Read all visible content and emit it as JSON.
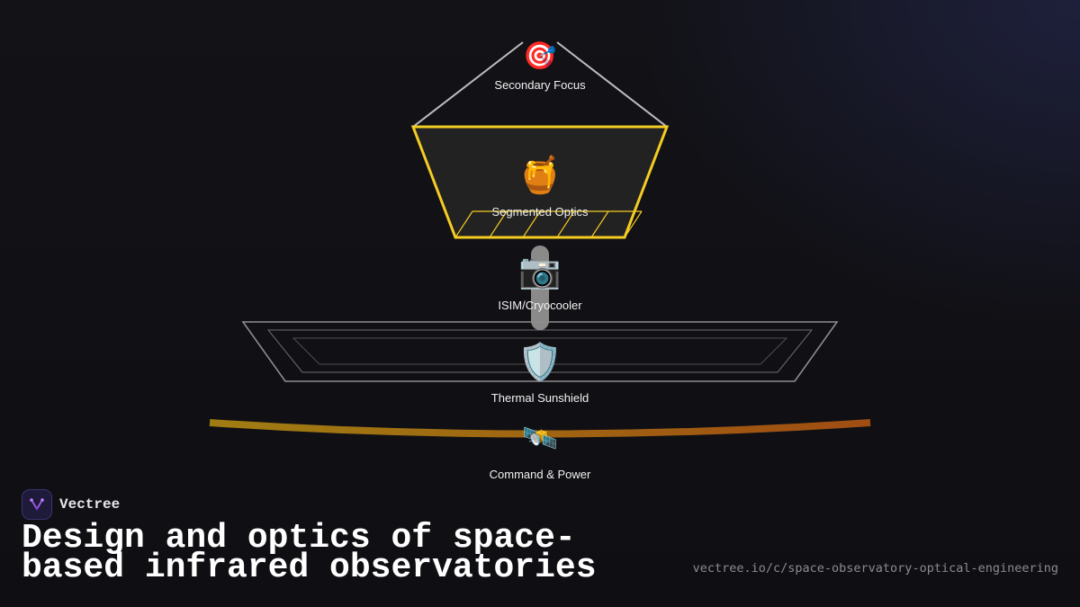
{
  "diagram": {
    "nodes": [
      {
        "id": "secondary",
        "label": "Secondary Focus",
        "icon": "🎯",
        "icon_name": "target-icon"
      },
      {
        "id": "optics",
        "label": "Segmented Optics",
        "icon": "🍯",
        "icon_name": "honey-pot-icon"
      },
      {
        "id": "isim",
        "label": "ISIM/Cryocooler",
        "icon": "📷",
        "icon_name": "camera-icon"
      },
      {
        "id": "sunshield",
        "label": "Thermal Sunshield",
        "icon": "🛡️",
        "icon_name": "shield-icon"
      },
      {
        "id": "bus",
        "label": "Command & Power",
        "icon": "🛰️",
        "icon_name": "satellite-icon"
      }
    ],
    "colors": {
      "mirror_outline": "#f5cc22",
      "mirror_fill": "#222222",
      "secondary_struts": "#bfbfbf",
      "sunshield_outline": "#8e8e8e",
      "isim_column": "#8a8a8a",
      "bus_band_start": "#a07d12",
      "bus_band_end": "#a04d12"
    }
  },
  "footer": {
    "brand": "Vectree",
    "logo_icon": "vectree-logo-icon",
    "title": "Design and optics of space-based infrared observatories",
    "url": "vectree.io/c/space-observatory-optical-engineering"
  }
}
